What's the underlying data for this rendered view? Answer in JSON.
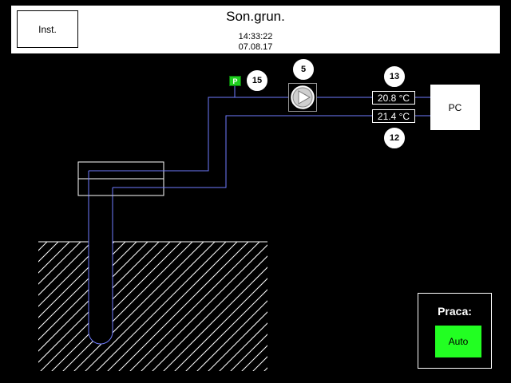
{
  "header": {
    "inst_label": "Inst.",
    "title": "Son.grun.",
    "time": "14:33:22",
    "date": "07.08.17"
  },
  "sensors": {
    "pressure_badge": "P",
    "pressure_id": "15",
    "pump_id": "5",
    "temp_upper_id": "13",
    "temp_lower_id": "12",
    "temp_upper_value": "20.8 °C",
    "temp_lower_value": "21.4 °C"
  },
  "pc": {
    "label": "PC"
  },
  "praca": {
    "label": "Praca:",
    "mode_button": "Auto"
  },
  "icons": {
    "pump": "pump-icon"
  },
  "colors": {
    "pipe": "#6f7cff",
    "auto_active": "#22ff22",
    "badge": "#1fcf1f"
  }
}
